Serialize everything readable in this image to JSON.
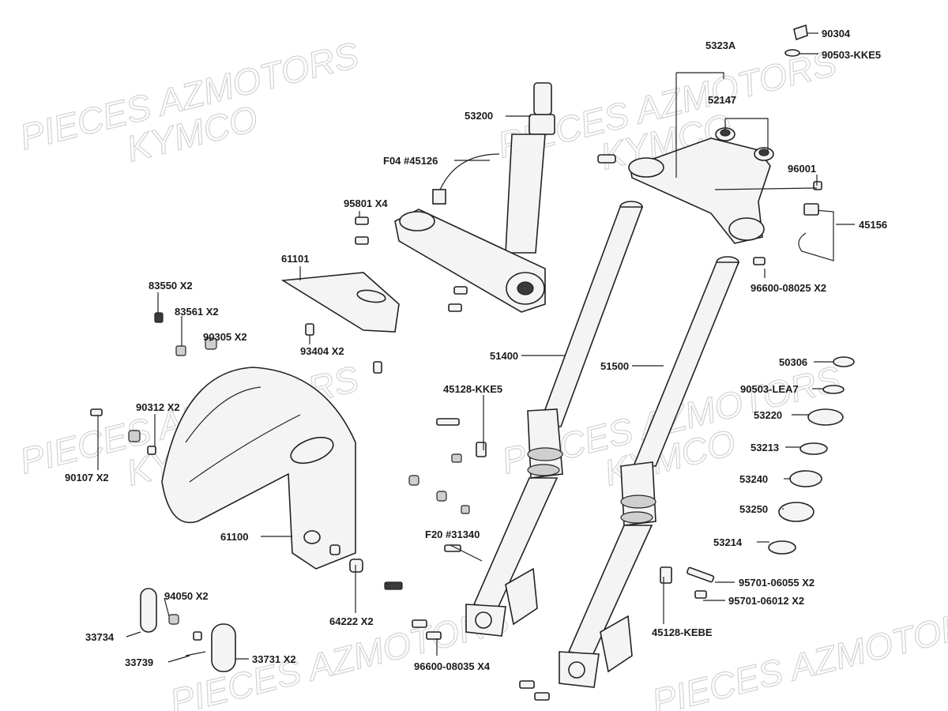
{
  "watermarks": {
    "line1": "PIECES AZMOTORS",
    "line2": "KYMCO"
  },
  "callouts": [
    {
      "id": "lbl-90304",
      "text": "90304"
    },
    {
      "id": "lbl-90503-kke5",
      "text": "90503-KKE5"
    },
    {
      "id": "lbl-5323a",
      "text": "5323A"
    },
    {
      "id": "lbl-52147",
      "text": "52147"
    },
    {
      "id": "lbl-53200",
      "text": "53200"
    },
    {
      "id": "lbl-f04",
      "text": "F04 #45126"
    },
    {
      "id": "lbl-96001",
      "text": "96001"
    },
    {
      "id": "lbl-95801",
      "text": "95801  X4"
    },
    {
      "id": "lbl-45156",
      "text": "45156"
    },
    {
      "id": "lbl-61101",
      "text": "61101"
    },
    {
      "id": "lbl-96600-08025",
      "text": "96600-08025 X2"
    },
    {
      "id": "lbl-83550",
      "text": "83550 X2"
    },
    {
      "id": "lbl-83561",
      "text": "83561 X2"
    },
    {
      "id": "lbl-90305",
      "text": "90305 X2"
    },
    {
      "id": "lbl-93404",
      "text": "93404  X2"
    },
    {
      "id": "lbl-51400",
      "text": "51400"
    },
    {
      "id": "lbl-51500",
      "text": "51500"
    },
    {
      "id": "lbl-50306",
      "text": "50306"
    },
    {
      "id": "lbl-45128-kke5",
      "text": "45128-KKE5"
    },
    {
      "id": "lbl-90503-lea7",
      "text": "90503-LEA7"
    },
    {
      "id": "lbl-90312",
      "text": "90312 X2"
    },
    {
      "id": "lbl-53220",
      "text": "53220"
    },
    {
      "id": "lbl-53213",
      "text": "53213"
    },
    {
      "id": "lbl-90107",
      "text": "90107  X2"
    },
    {
      "id": "lbl-53240",
      "text": "53240"
    },
    {
      "id": "lbl-53250",
      "text": "53250"
    },
    {
      "id": "lbl-61100",
      "text": "61100"
    },
    {
      "id": "lbl-f20",
      "text": "F20 #31340"
    },
    {
      "id": "lbl-53214",
      "text": "53214"
    },
    {
      "id": "lbl-95701-06055",
      "text": "95701-06055 X2"
    },
    {
      "id": "lbl-94050",
      "text": "94050 X2"
    },
    {
      "id": "lbl-95701-06012",
      "text": "95701-06012 X2"
    },
    {
      "id": "lbl-64222",
      "text": "64222 X2"
    },
    {
      "id": "lbl-33734",
      "text": "33734"
    },
    {
      "id": "lbl-45128-kebe",
      "text": "45128-KEBE"
    },
    {
      "id": "lbl-33739",
      "text": "33739"
    },
    {
      "id": "lbl-33731",
      "text": "33731 X2"
    },
    {
      "id": "lbl-96600-08035",
      "text": "96600-08035 X4"
    }
  ]
}
